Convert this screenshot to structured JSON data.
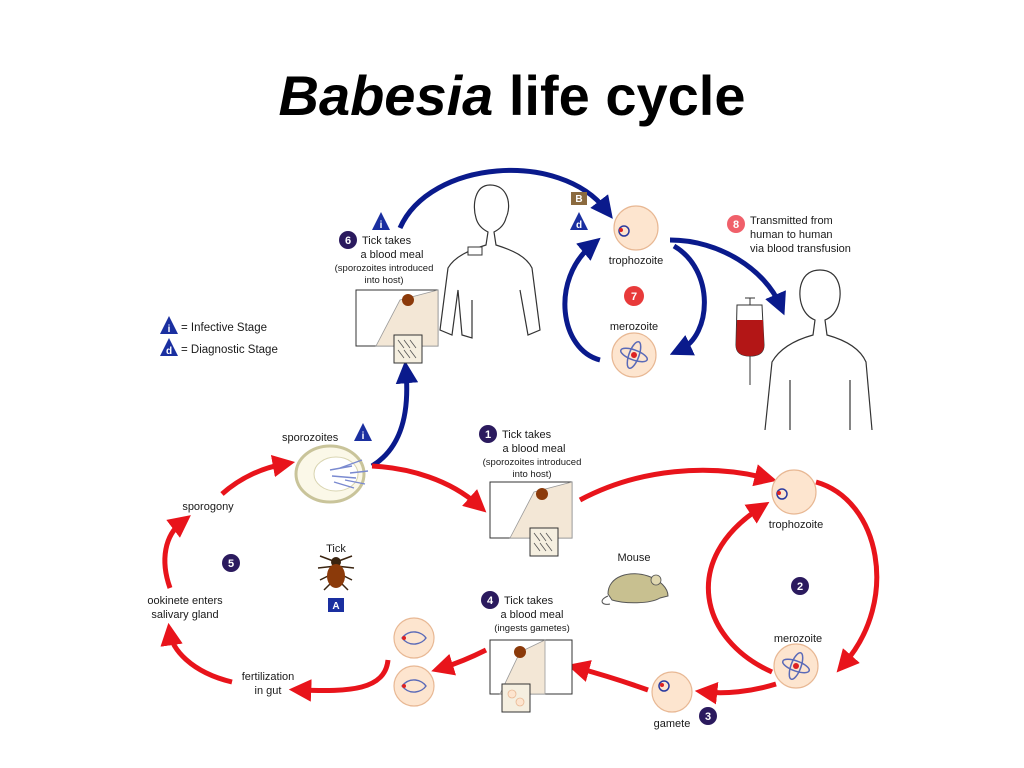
{
  "title": {
    "italic": "Babesia",
    "rest": " life cycle"
  },
  "legend": {
    "infective": "= Infective Stage",
    "diagnostic": "= Diagnostic Stage"
  },
  "stage_letters": {
    "infective": "i",
    "diagnostic": "d",
    "B": "B",
    "A": "A"
  },
  "steps": {
    "s1": {
      "num": "1",
      "line1": "Tick takes",
      "line2": "a blood meal",
      "line3": "(sporozoites introduced",
      "line4": "into host)"
    },
    "s2": {
      "num": "2"
    },
    "s3": {
      "num": "3",
      "label": "gamete"
    },
    "s4": {
      "num": "4",
      "line1": "Tick takes",
      "line2": "a blood meal",
      "line3": "(ingests gametes)"
    },
    "s5": {
      "num": "5"
    },
    "s6": {
      "num": "6",
      "line1": "Tick takes",
      "line2": "a blood meal",
      "line3": "(sporozoites introduced",
      "line4": "into host)"
    },
    "s7": {
      "num": "7"
    },
    "s8": {
      "num": "8",
      "line1": "Transmitted from",
      "line2": "human to human",
      "line3": "via blood transfusion"
    }
  },
  "labels": {
    "trophozoite_human": "trophozoite",
    "merozoite_human": "merozoite",
    "trophozoite_mouse": "trophozoite",
    "merozoite_mouse": "merozoite",
    "sporozoites": "sporozoites",
    "sporogony": "sporogony",
    "tick": "Tick",
    "mouse": "Mouse",
    "ookinete_line1": "ookinete enters",
    "ookinete_line2": "salivary gland",
    "fertilization_line1": "fertilization",
    "fertilization_line2": "in gut"
  },
  "colors": {
    "blue_arrow": "#0a1a8c",
    "red_arrow": "#e8141b",
    "step_circle": "#2b1a5e",
    "step_8": "#f0606a",
    "step_7": "#e83a3a",
    "cell_fill": "#fde5cf",
    "cell_stroke": "#e8b894",
    "stage_blue": "#1a2fa0",
    "badge_brown": "#8b6a3e"
  }
}
